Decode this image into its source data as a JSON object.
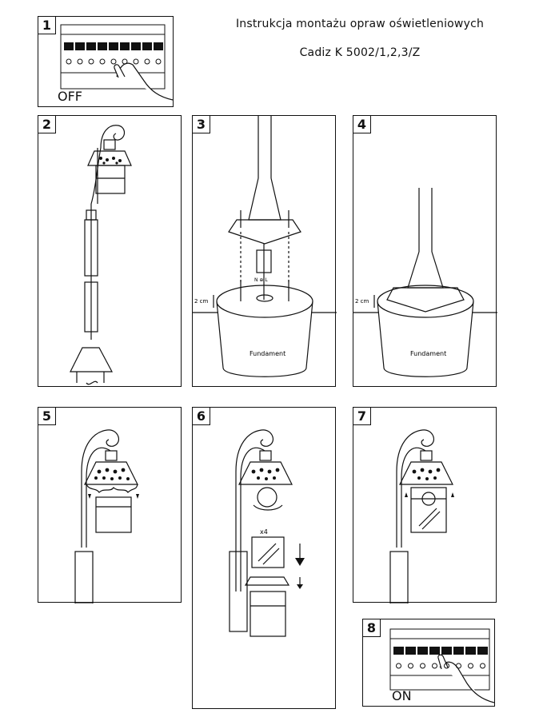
{
  "header": {
    "line1": "Instrukcja montażu opraw oświetleniowych",
    "line2": "Cadiz K 5002/1,2,3/Z"
  },
  "steps": [
    {
      "number": "1",
      "caption": "OFF"
    },
    {
      "number": "2"
    },
    {
      "number": "3",
      "measure": "2 cm",
      "base_label": "Fundament",
      "terminal_labels": "N ⊕ L"
    },
    {
      "number": "4",
      "measure": "2 cm",
      "base_label": "Fundament"
    },
    {
      "number": "5"
    },
    {
      "number": "6",
      "glass_count": "x4"
    },
    {
      "number": "7"
    },
    {
      "number": "8",
      "caption": "ON"
    }
  ]
}
